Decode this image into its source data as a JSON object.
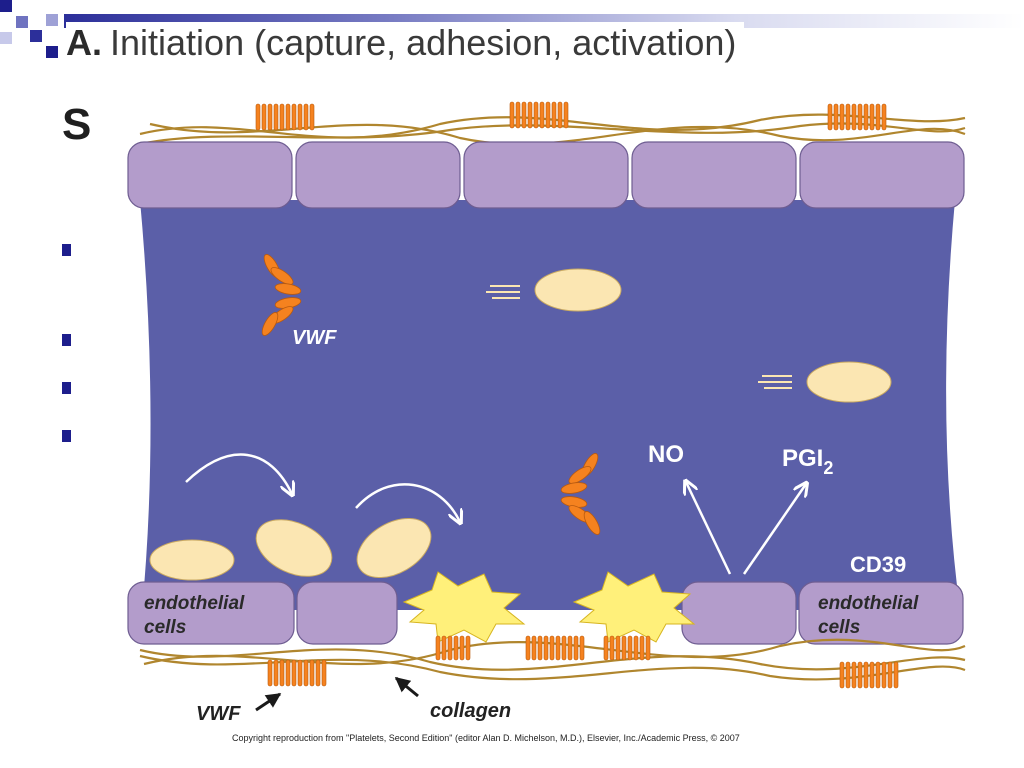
{
  "slide": {
    "title_letter": "A.",
    "title_text": "Initiation (capture, adhesion, activation)",
    "bg_letter": "S"
  },
  "diagram": {
    "labels": {
      "vwf_free": "VWF",
      "no": "NO",
      "pgi_base": "PGI",
      "pgi_sub": "2",
      "cd39": "CD39",
      "endo_left_1": "endothelial",
      "endo_left_2": "cells",
      "endo_right_1": "endothelial",
      "endo_right_2": "cells",
      "vwf_bottom": "VWF",
      "collagen": "collagen"
    },
    "colors": {
      "lumen": "#5b5fa8",
      "endothelial_cell": "#b39ccb",
      "platelet": "#fbe6b2",
      "vwf": "#f5821f",
      "collagen_fiber": "#b0862e",
      "activated_platelet": "#fff07a"
    }
  },
  "footer": {
    "copyright": "Copyright reproduction from \"Platelets, Second Edition\" (editor Alan D. Michelson, M.D.), Elsevier, Inc./Academic Press, © 2007"
  }
}
